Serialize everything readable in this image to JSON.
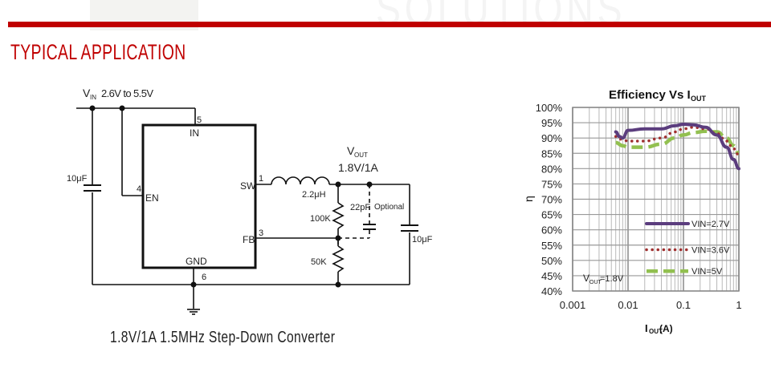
{
  "header": {
    "watermark_text": "SOLUTIONS",
    "section_title": "TYPICAL APPLICATION",
    "accent_color": "#c00000"
  },
  "schematic": {
    "vin_label": "V",
    "vin_sub": "IN",
    "vin_range": "2.6V to 5.5V",
    "input_cap": "10μF",
    "pins": {
      "in_num": "5",
      "in_name": "IN",
      "en_num": "4",
      "en_name": "EN",
      "sw_num": "1",
      "sw_name": "SW",
      "fb_num": "3",
      "fb_name": "FB",
      "gnd_num": "6",
      "gnd_name": "GND"
    },
    "inductor": "2.2μH",
    "vout_label": "V",
    "vout_sub": "OUT",
    "vout_value": "1.8V/1A",
    "r_top": "100K",
    "r_bottom": "50K",
    "ff_cap": "22pF",
    "ff_note": "Optional",
    "output_cap": "10μF",
    "caption": "1.8V/1A 1.5MHz Step-Down Converter"
  },
  "chart_data": {
    "type": "line",
    "title": "Efficiency Vs  I",
    "title_sub": "OUT",
    "xlabel": "I",
    "xlabel_sub": "OUT",
    "xlabel_unit": " (A)",
    "ylabel": "η",
    "xscale": "log",
    "xlim": [
      0.001,
      1
    ],
    "ylim": [
      40,
      100
    ],
    "x_ticks": [
      "0.001",
      "0.01",
      "0.1",
      "1"
    ],
    "y_ticks": [
      "40%",
      "45%",
      "50%",
      "55%",
      "60%",
      "65%",
      "70%",
      "75%",
      "80%",
      "85%",
      "90%",
      "95%",
      "100%"
    ],
    "grid": true,
    "annotation": {
      "text": "V",
      "sub": "OUT",
      "rest": "=1.8V"
    },
    "legend_position": "center-right",
    "series": [
      {
        "name": "VIN=2.7V",
        "style": "solid",
        "color": "#5b3d7e",
        "x": [
          0.006,
          0.007,
          0.008,
          0.01,
          0.02,
          0.04,
          0.07,
          0.1,
          0.15,
          0.25,
          0.4,
          0.6,
          0.8,
          1.0
        ],
        "y": [
          92,
          90.5,
          90,
          92.5,
          93,
          93,
          94,
          94.5,
          94.3,
          93.5,
          91,
          87,
          83,
          80
        ]
      },
      {
        "name": "VIN=3.6V",
        "style": "dotted",
        "color": "#a03030",
        "x": [
          0.006,
          0.008,
          0.01,
          0.02,
          0.04,
          0.07,
          0.1,
          0.15,
          0.25,
          0.4,
          0.6,
          0.8,
          1.0
        ],
        "y": [
          90.5,
          89.5,
          89,
          89,
          90,
          92,
          93,
          93.5,
          93,
          91.5,
          89,
          86.5,
          84.5
        ]
      },
      {
        "name": "VIN=5V",
        "style": "dashed",
        "color": "#92c050",
        "x": [
          0.006,
          0.008,
          0.01,
          0.02,
          0.04,
          0.07,
          0.1,
          0.15,
          0.25,
          0.4,
          0.6,
          0.8,
          1.0
        ],
        "y": [
          88.5,
          87.5,
          87,
          87,
          88,
          90,
          91,
          91.8,
          92.2,
          92,
          90,
          87.5,
          85
        ]
      }
    ]
  }
}
